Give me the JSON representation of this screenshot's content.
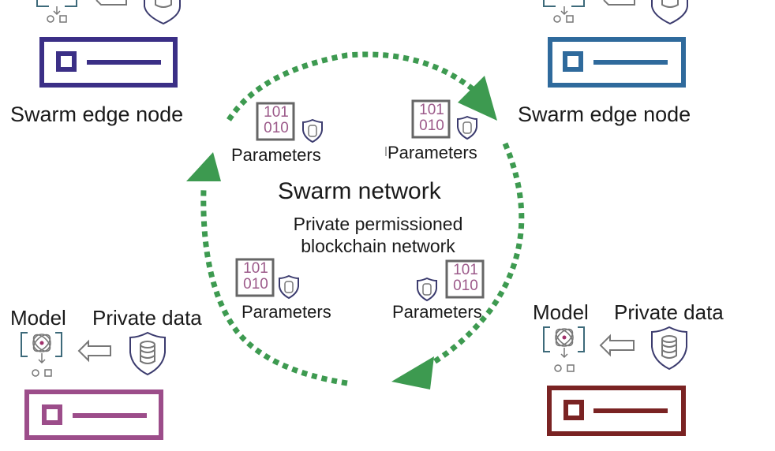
{
  "colors": {
    "arrow": "#3d9a50",
    "node_top_left": "#3b2f86",
    "node_top_right": "#2f6a9c",
    "node_bottom_left": "#9c4d8a",
    "node_bottom_right": "#7a2323",
    "binary_text": "#9c5a8a",
    "binary_box": "#666666",
    "shield": "#3b3b6e",
    "model_bracket": "#3d6a7a",
    "gray_icon": "#777777"
  },
  "center": {
    "title": "Swarm network",
    "subtitle_line1": "Private permissioned",
    "subtitle_line2": "blockchain network"
  },
  "nodes": {
    "top_left": {
      "label": "Swarm edge node"
    },
    "top_right": {
      "label": "Swarm edge node"
    },
    "bottom_left": {
      "model_label": "Model",
      "data_label": "Private data"
    },
    "bottom_right": {
      "model_label": "Model",
      "data_label": "Private data"
    }
  },
  "parameters": [
    {
      "label": "Parameters",
      "binary_top": "101",
      "binary_bottom": "010"
    },
    {
      "label": "Parameters",
      "binary_top": "101",
      "binary_bottom": "010"
    },
    {
      "label": "Parameters",
      "binary_top": "101",
      "binary_bottom": "010"
    },
    {
      "label": "Parameters",
      "binary_top": "101",
      "binary_bottom": "010"
    }
  ]
}
